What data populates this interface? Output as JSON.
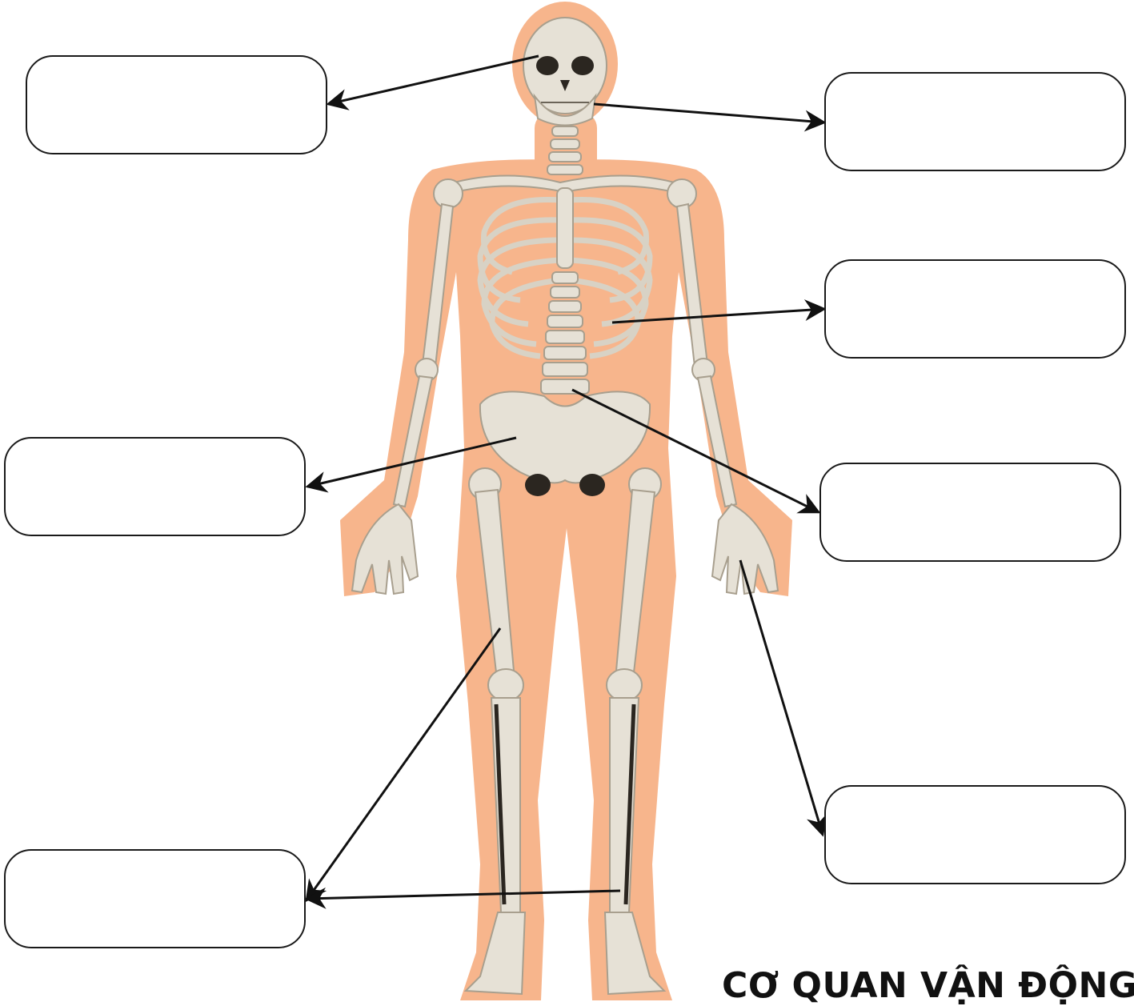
{
  "caption": "CƠ QUAN VẬN ĐỘNG",
  "colors": {
    "silhouette": "#f7b58c",
    "bone": "#e6e1d6",
    "bone_shadow": "#a89f8e",
    "dark": "#2b2620",
    "line": "#111111"
  },
  "labels": [
    {
      "id": "skull",
      "text": ""
    },
    {
      "id": "jaw",
      "text": ""
    },
    {
      "id": "ribs",
      "text": ""
    },
    {
      "id": "pelvis",
      "text": ""
    },
    {
      "id": "spine",
      "text": ""
    },
    {
      "id": "hand-bones",
      "text": ""
    },
    {
      "id": "leg-bones",
      "text": ""
    }
  ]
}
